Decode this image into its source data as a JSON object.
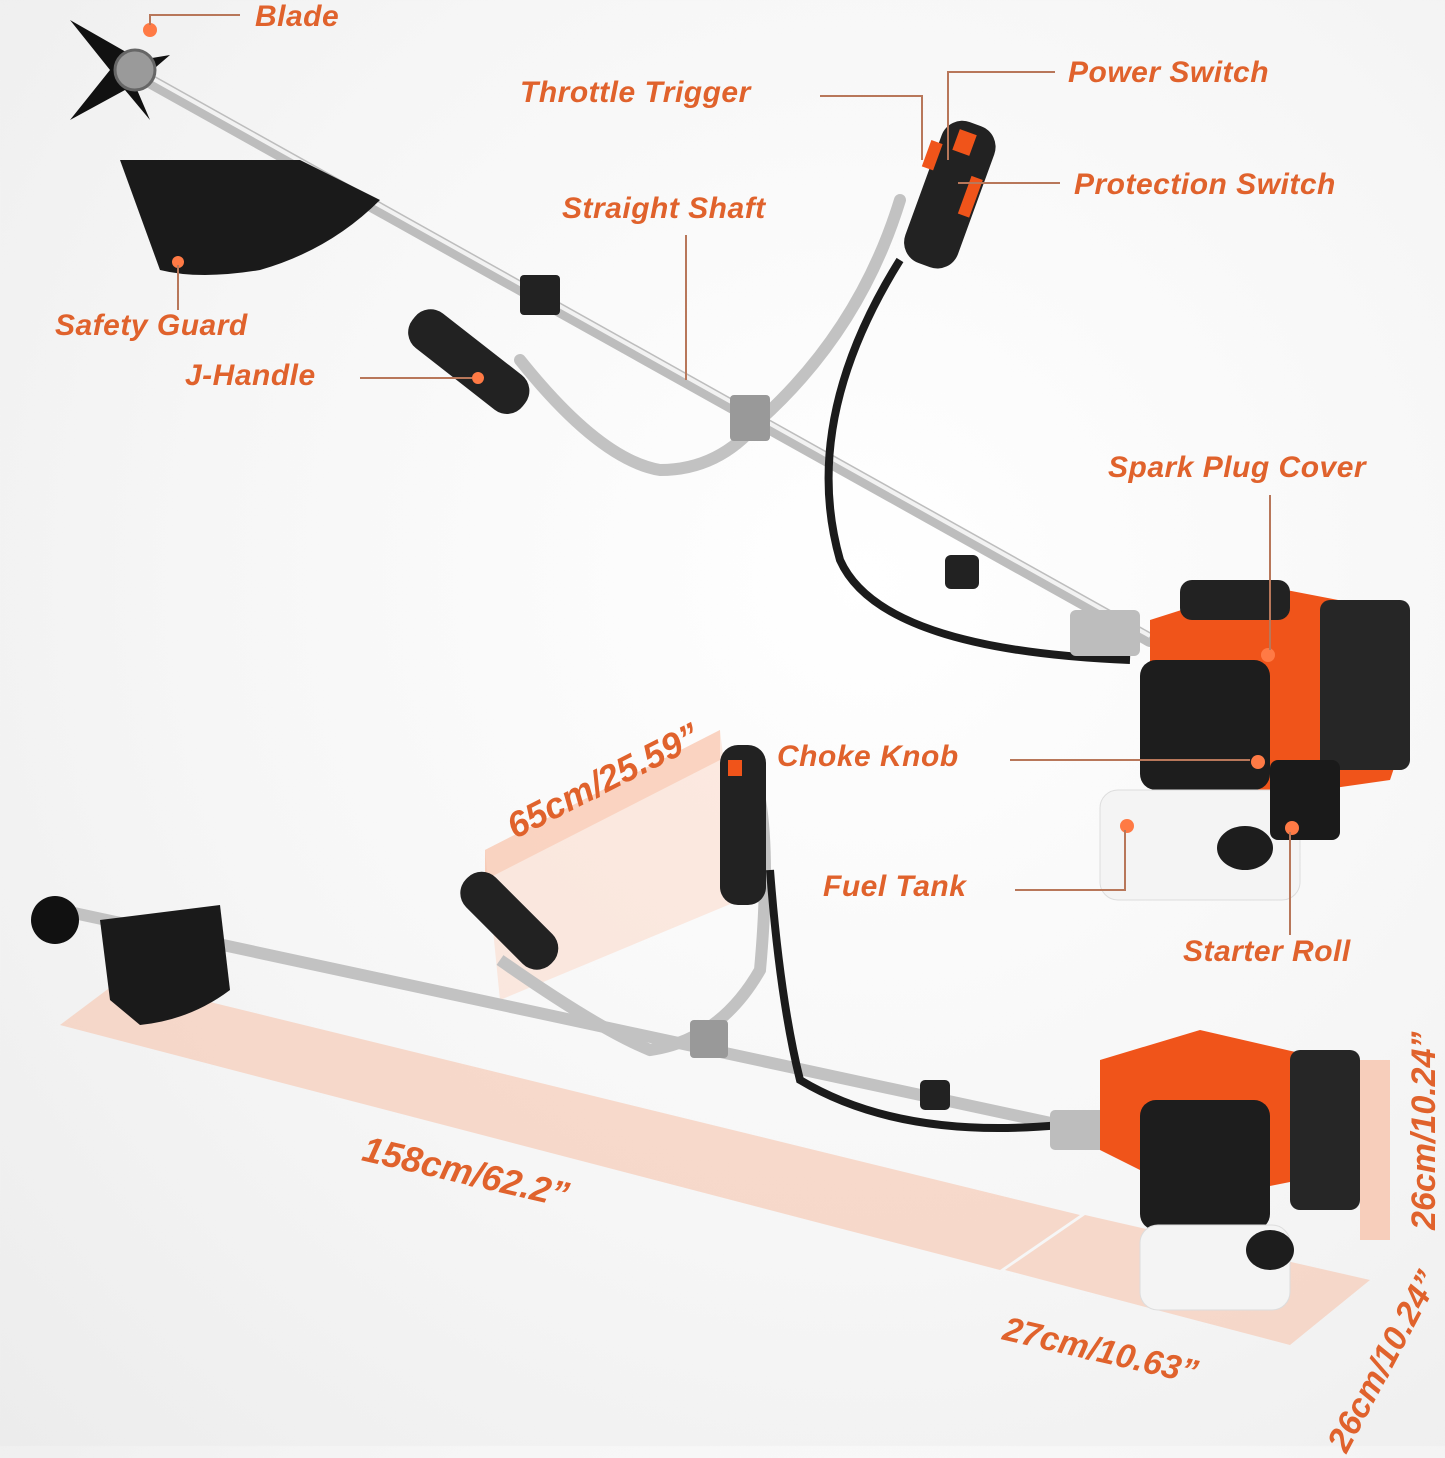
{
  "colors": {
    "accent": "#e0622c",
    "leader_line": "#b8775a",
    "dimension_fill": "#f7c4ad",
    "engine_orange": "#f0541a",
    "plastic_black": "#1d1d1d",
    "shaft_silver": "#c9c9c9",
    "fuel_tank": "#f4f4f4"
  },
  "callouts": {
    "blade": "Blade",
    "throttle_trigger": "Throttle Trigger",
    "power_switch": "Power Switch",
    "protection_switch": "Protection Switch",
    "straight_shaft": "Straight Shaft",
    "safety_guard": "Safety Guard",
    "j_handle": "J-Handle",
    "spark_plug_cover": "Spark Plug Cover",
    "choke_knob": "Choke Knob",
    "fuel_tank": "Fuel Tank",
    "starter_roll": "Starter Roll"
  },
  "dimensions": {
    "handle_width": "65cm/25.59”",
    "total_length": "158cm/62.2”",
    "engine_height": "26cm/10.24”",
    "engine_length": "27cm/10.63”",
    "engine_width": "26cm/10.24”"
  }
}
